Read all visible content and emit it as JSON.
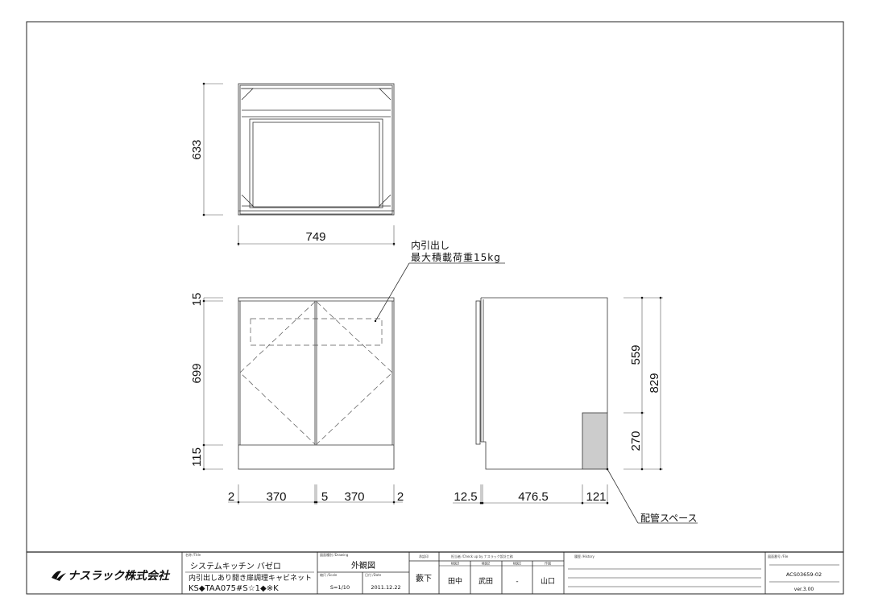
{
  "drawing": {
    "top_view": {
      "width_dim": "749",
      "depth_dim": "633"
    },
    "front_view": {
      "left_dims": [
        "15",
        "699",
        "115"
      ],
      "bottom_dims": [
        "2",
        "370",
        "5",
        "370",
        "2"
      ],
      "note_line1": "内引出し",
      "note_line2": "最大積載荷重15kg"
    },
    "side_view": {
      "right_dims": [
        "559",
        "270",
        "829"
      ],
      "bottom_dims": [
        "12.5",
        "476.5",
        "121"
      ],
      "pipe_space_label": "配管スペース"
    }
  },
  "title_block": {
    "company": "ナスラック株式会社",
    "title_label": "名称 /Title",
    "series": "システムキッチン バゼロ",
    "product_name": "内引出しあり開き扉調理キャビネット",
    "product_code": "KS◆TAA075#S☆1◆※K",
    "drawing_label": "図面種別 /Drawing",
    "drawing_type": "外観図",
    "scale_label": "縮尺 /Scale",
    "scale": "S=1/10",
    "date_label": "日付 /Date",
    "date": "2011.12.22",
    "approval_label": "承認印",
    "approval": "藪下",
    "checker_label": "担当者 /Check up by ナスラック設計工務",
    "checkers": [
      {
        "role": "検図3",
        "name": "田中"
      },
      {
        "role": "検図2",
        "name": "武田"
      },
      {
        "role": "検図1",
        "name": "-"
      },
      {
        "role": "作図",
        "name": "山口"
      }
    ],
    "history_label": "履歴 /History",
    "file_label": "図面番号 /File",
    "file_no": "ACS03659-02",
    "version": "ver.3.00"
  }
}
